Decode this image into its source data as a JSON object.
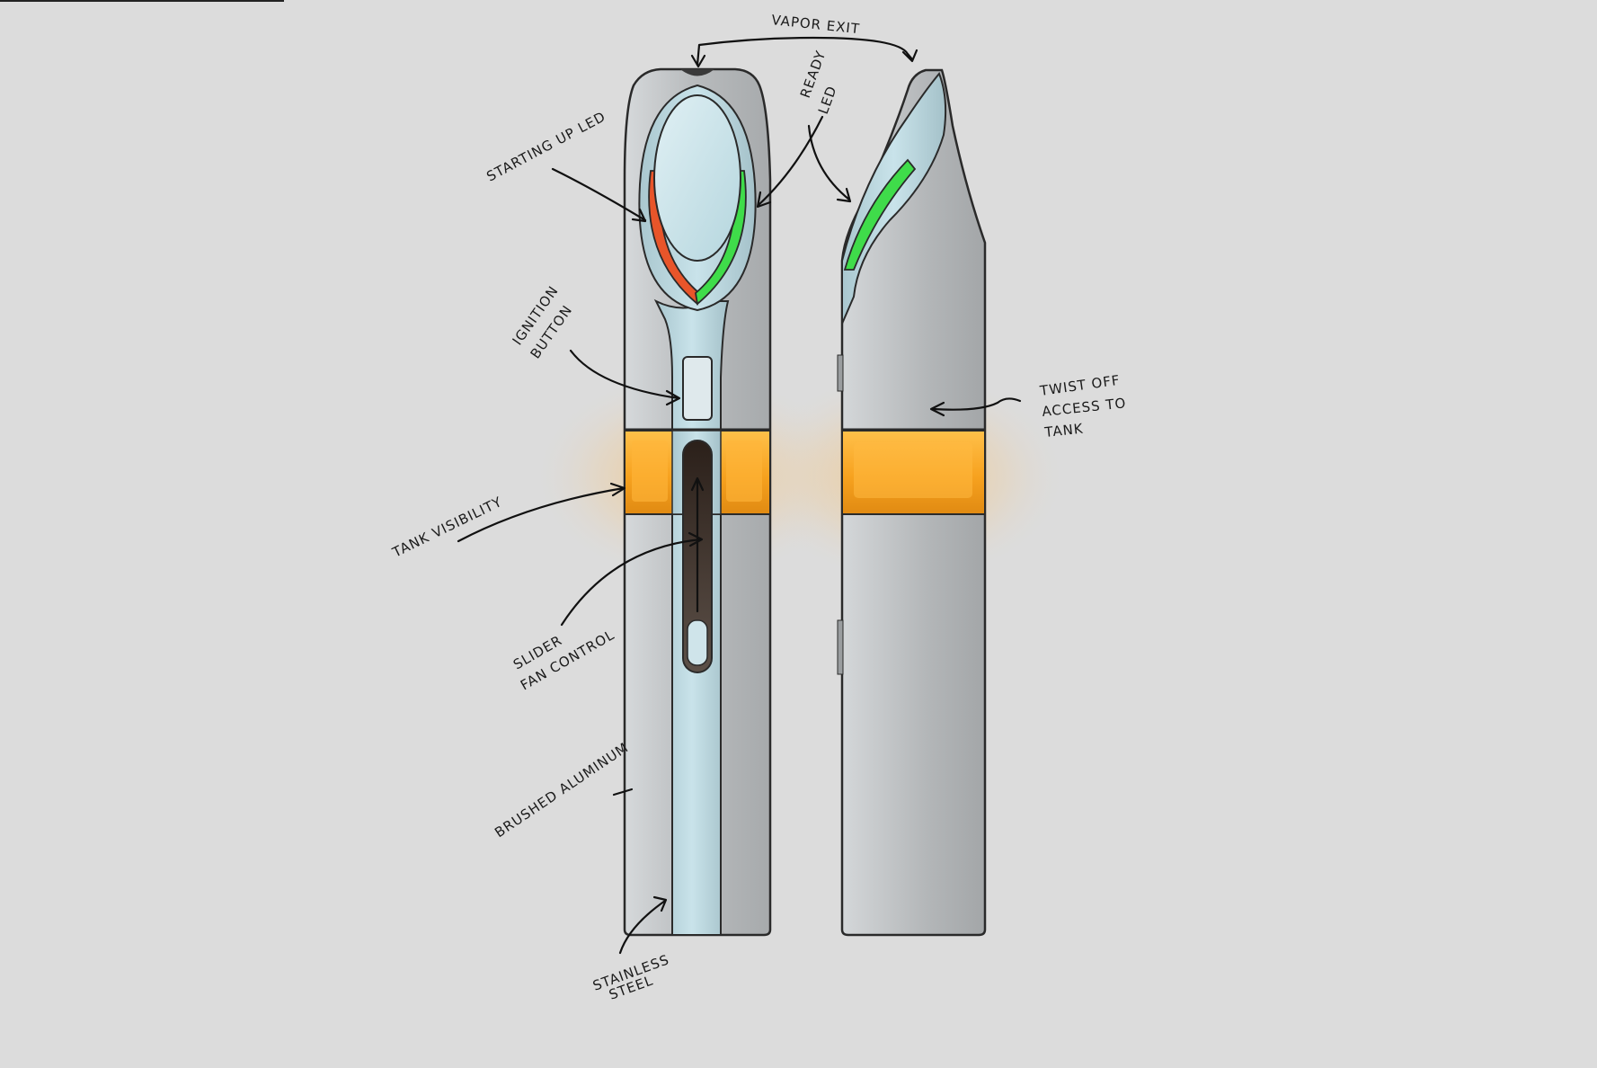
{
  "annotations": {
    "vapor_exit": "VAPOR EXIT",
    "ready_led_line1": "READY",
    "ready_led_line2": "LED",
    "starting_up_led": "STARTING UP LED",
    "ignition_line1": "IGNITION",
    "ignition_line2": "BUTTON",
    "twist_line1": "TWIST OFF",
    "twist_line2": "ACCESS TO",
    "twist_line3": "TANK",
    "tank_visibility": "TANK VISIBILITY",
    "slider_line1": "SLIDER",
    "slider_line2": "FAN CONTROL",
    "brushed_aluminum": "BRUSHED ALUMINUM",
    "stainless_line1": "STAINLESS",
    "stainless_line2": "STEEL"
  },
  "colors": {
    "background": "#dcdcdc",
    "body_grey": "#b5b8ba",
    "steel_blue": "#c3dde4",
    "tank_orange": "#f5a623",
    "led_red": "#e8552a",
    "led_green": "#3fdc4a",
    "ink": "#111111"
  }
}
